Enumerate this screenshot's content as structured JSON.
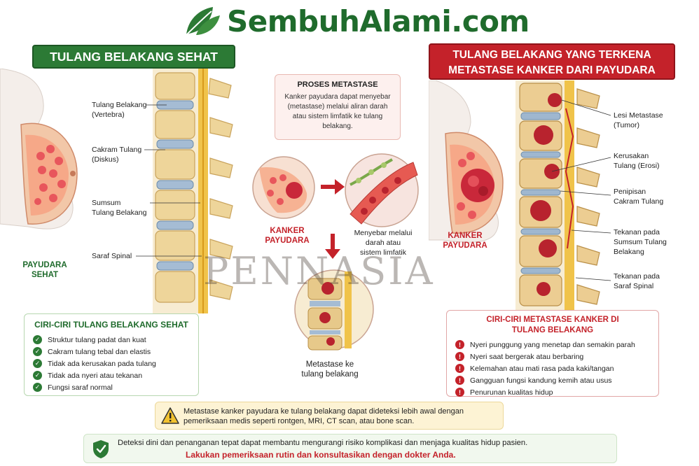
{
  "brand": {
    "name": "SembuhAlami.com"
  },
  "left": {
    "title": "TULANG BELAKANG SEHAT",
    "breast_label": [
      "PAYUDARA",
      "SEHAT"
    ],
    "labels": [
      [
        "Tulang Belakang",
        "(Vertebra)"
      ],
      [
        "Cakram Tulang",
        "(Diskus)"
      ],
      [
        "Sumsum",
        "Tulang Belakang"
      ],
      [
        "Saraf Spinal"
      ]
    ],
    "card": {
      "title": "CIRI-CIRI TULANG BELAKANG SEHAT",
      "items": [
        "Struktur tulang padat dan kuat",
        "Cakram tulang tebal dan elastis",
        "Tidak ada kerusakan pada tulang",
        "Tidak ada nyeri atau tekanan",
        "Fungsi saraf normal"
      ]
    }
  },
  "right": {
    "title": [
      "TULANG BELAKANG YANG TERKENA",
      "METASTASE KANKER DARI PAYUDARA"
    ],
    "breast_label": [
      "KANKER",
      "PAYUDARA"
    ],
    "labels": [
      [
        "Lesi Metastase",
        "(Tumor)"
      ],
      [
        "Kerusakan",
        "Tulang (Erosi)"
      ],
      [
        "Penipisan",
        "Cakram Tulang"
      ],
      [
        "Tekanan pada",
        "Sumsum Tulang",
        "Belakang"
      ],
      [
        "Tekanan pada",
        "Saraf Spinal"
      ]
    ],
    "card": {
      "title": [
        "CIRI-CIRI METASTASE KANKER DI",
        "TULANG BELAKANG"
      ],
      "items": [
        "Nyeri punggung yang menetap dan semakin parah",
        "Nyeri saat bergerak atau berbaring",
        "Kelemahan atau mati rasa pada kaki/tangan",
        "Gangguan fungsi kandung kemih atau usus",
        "Penurunan kualitas hidup"
      ]
    }
  },
  "center": {
    "box_title": "PROSES METASTASE",
    "box_text": [
      "Kanker payudara dapat menyebar",
      "(metastase) melalui aliran darah",
      "atau sistem limfatik ke tulang",
      "belakang."
    ],
    "breast_label": [
      "KANKER",
      "PAYUDARA"
    ],
    "spread_label": [
      "Menyebar melalui",
      "darah atau",
      "sistem limfatik"
    ],
    "meta_label": [
      "Metastase ke",
      "tulang belakang"
    ]
  },
  "warning": [
    "Metastase kanker payudara ke tulang belakang dapat dideteksi lebih awal dengan",
    "pemeriksaan medis seperti rontgen, MRI, CT scan, atau bone scan."
  ],
  "footer": {
    "line1": "Deteksi dini dan penanganan tepat dapat membantu mengurangi risiko komplikasi dan menjaga kualitas hidup pasien.",
    "line2": "Lakukan pemeriksaan rutin dan konsultasikan dengan dokter Anda."
  },
  "watermark": "PENNASIA",
  "colors": {
    "green": "#2c7a35",
    "red": "#c4222a",
    "bone": "#f1dca6",
    "disc": "#9fb7cf",
    "nerve": "#e7b523"
  }
}
